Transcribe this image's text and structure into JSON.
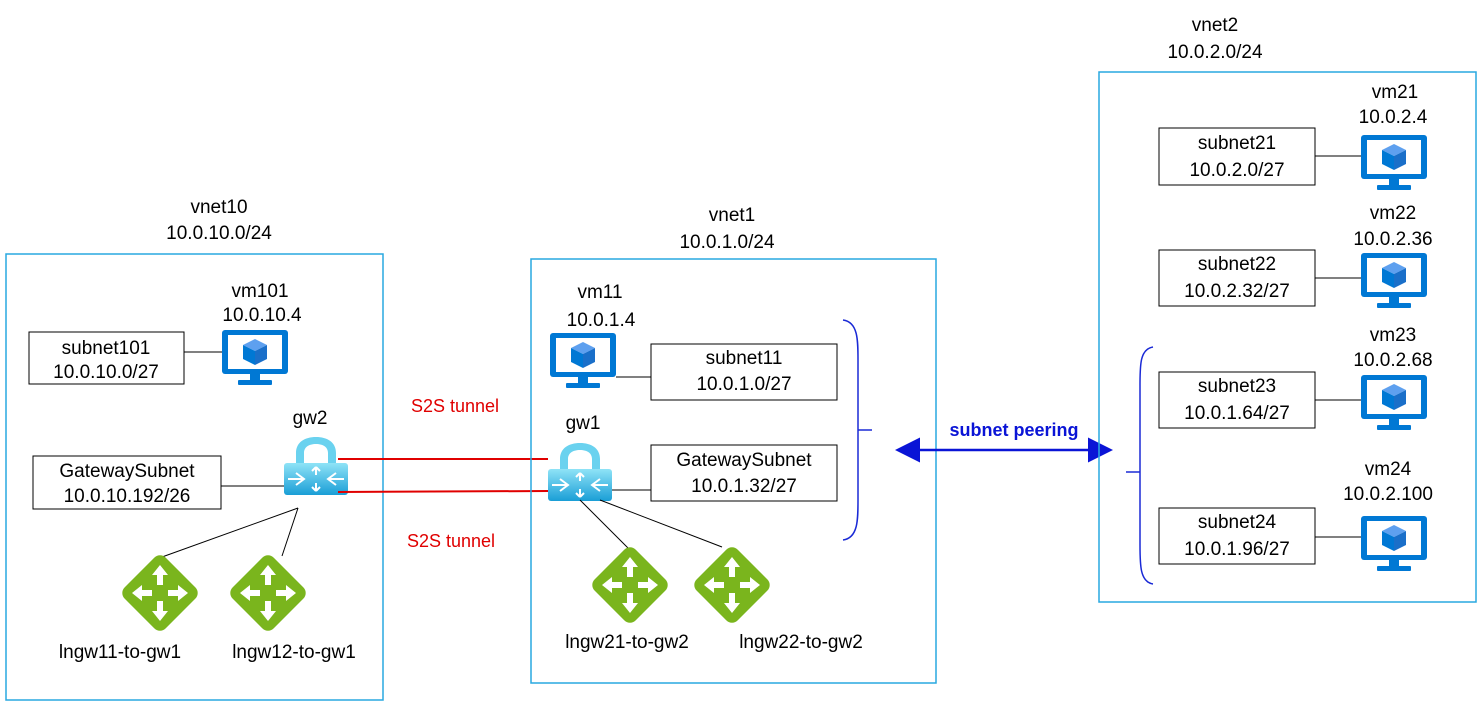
{
  "vnets": {
    "vnet10": {
      "name": "vnet10",
      "cidr": "10.0.10.0/24"
    },
    "vnet1": {
      "name": "vnet1",
      "cidr": "10.0.1.0/24"
    },
    "vnet2": {
      "name": "vnet2",
      "cidr": "10.0.2.0/24"
    }
  },
  "vms": {
    "vm101": {
      "name": "vm101",
      "ip": "10.0.10.4"
    },
    "vm11": {
      "name": "vm11",
      "ip": "10.0.1.4"
    },
    "vm21": {
      "name": "vm21",
      "ip": "10.0.2.4"
    },
    "vm22": {
      "name": "vm22",
      "ip": "10.0.2.36"
    },
    "vm23": {
      "name": "vm23",
      "ip": "10.0.2.68"
    },
    "vm24": {
      "name": "vm24",
      "ip": "10.0.2.100"
    }
  },
  "subnets": {
    "subnet101": {
      "name": "subnet101",
      "cidr": "10.0.10.0/27"
    },
    "gw_subnet10": {
      "name": "GatewaySubnet",
      "cidr": "10.0.10.192/26"
    },
    "subnet11": {
      "name": "subnet11",
      "cidr": "10.0.1.0/27"
    },
    "gw_subnet1": {
      "name": "GatewaySubnet",
      "cidr": "10.0.1.32/27"
    },
    "subnet21": {
      "name": "subnet21",
      "cidr": "10.0.2.0/27"
    },
    "subnet22": {
      "name": "subnet22",
      "cidr": "10.0.2.32/27"
    },
    "subnet23": {
      "name": "subnet23",
      "cidr": "10.0.1.64/27"
    },
    "subnet24": {
      "name": "subnet24",
      "cidr": "10.0.1.96/27"
    }
  },
  "gateways": {
    "gw1": "gw1",
    "gw2": "gw2"
  },
  "local_gateways": {
    "lngw11": "lngw11-to-gw1",
    "lngw12": "lngw12-to-gw1",
    "lngw21": "lngw21-to-gw2",
    "lngw22": "lngw22-to-gw2"
  },
  "links": {
    "tunnel_top": "S2S tunnel",
    "tunnel_bottom": "S2S tunnel",
    "peering": "subnet peering"
  },
  "colors": {
    "vnet_border": "#29a8e0",
    "vm_icon": "#0078d4",
    "router_icon": "#7ab51d",
    "tunnel": "#e00000",
    "peering": "#0a14d6"
  },
  "icons": {
    "vm": "virtual-machine-icon",
    "gateway": "vpn-gateway-lock-icon",
    "router": "local-network-gateway-icon"
  }
}
